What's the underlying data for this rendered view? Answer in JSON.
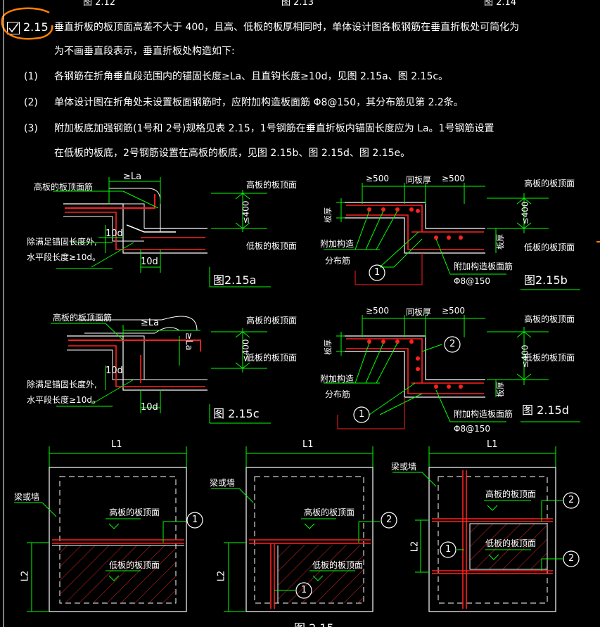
{
  "clause": {
    "number": "2.15",
    "intro_line1": "垂直折板的板顶面高差不大于 400，且高、低板的板厚相同时，单体设计图各板钢筋在垂直折板处可简化为",
    "intro_line2": "为不画垂直段表示，垂直折板处构造如下:"
  },
  "items": [
    {
      "num": "(1)",
      "text": "各钢筋在折角垂直段范围内的锚固长度≥La、且直钩长度≥10d，见图 2.15a、图 2.15c。"
    },
    {
      "num": "(2)",
      "text": "单体设计图在折角处未设置板面钢筋时，应附加构造板面筋 Φ8@150，其分布筋见第 2.2条。"
    },
    {
      "num": "(3)",
      "text": "附加板底加强钢筋(1号和 2号)规格见表 2.15，1号钢筋在垂直折板内锚固长度应为 La。1号钢筋设置",
      "cont": "在低板的板底，2号钢筋设置在高板的板底，见图 2.15b、图 2.15d、图 2.15e。"
    }
  ],
  "header_fragments": [
    "图 2.12",
    "图 2.13",
    "图 2.14"
  ],
  "labels": {
    "high_top_bar": "高板的板顶面筋",
    "high_top": "高板的板顶面",
    "low_top": "低板的板顶面",
    "anchor": "≥La",
    "hook": "10d",
    "diff": "≤400",
    "note_a": "除满足锚固长度外,",
    "note_b": "水平段长度≥10d。",
    "ge500": "≥500",
    "same_thk": "同板厚",
    "thk": "板厚",
    "add_struct": "附加构造",
    "dist_bar": "分布筋",
    "add_top_bar": "附加构造板面筋",
    "phi": "Φ8@150",
    "c1": "1",
    "c2": "2",
    "L1": "L1",
    "L2": "L2",
    "beam_wall": "梁或墙"
  },
  "figs": {
    "a": "图2.15a",
    "b": "图2.15b",
    "c": "图 2.15c",
    "d": "图 2.15d",
    "e": "图 2.15"
  },
  "colors": {
    "bg": "#000000",
    "line": "#ffffff",
    "dim": "#00ff00",
    "rebar": "#ff2020",
    "mark": "#ff8000",
    "hatch": "#c02020"
  }
}
